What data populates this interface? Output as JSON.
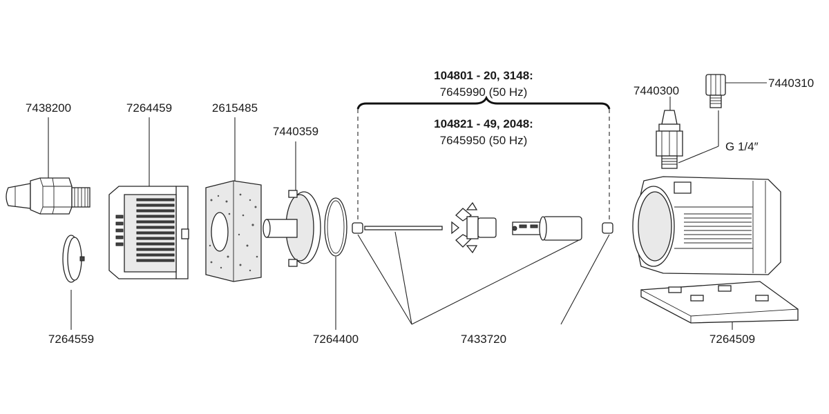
{
  "labels": {
    "p7438200": "7438200",
    "p7264459": "7264459",
    "p2615485": "2615485",
    "p7440359": "7440359",
    "p7264559": "7264559",
    "p7264400": "7264400",
    "p7433720": "7433720",
    "p7440300": "7440300",
    "p7440310": "7440310",
    "thread": "G 1/4″",
    "p7264509": "7264509"
  },
  "variants": {
    "v1_models": "104801 - 20,  3148:",
    "v1_part": "7645990 (50 Hz)",
    "v2_models": "104821 - 49,  2048:",
    "v2_part": "7645950 (50 Hz)"
  }
}
